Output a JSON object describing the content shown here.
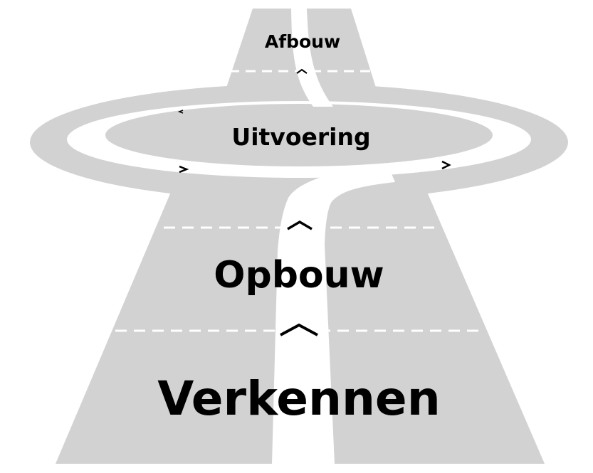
{
  "colors": {
    "road": "#d2d2d2",
    "background": "#ffffff",
    "marking": "#ffffff",
    "text": "#000000"
  },
  "stages": {
    "afbouw": "Afbouw",
    "uitvoering": "Uitvoering",
    "opbouw": "Opbouw",
    "verkennen": "Verkennen"
  },
  "icons": {
    "lane_arrow": "chevron-up-icon",
    "loop_arrow": "chevron-right-icon"
  }
}
